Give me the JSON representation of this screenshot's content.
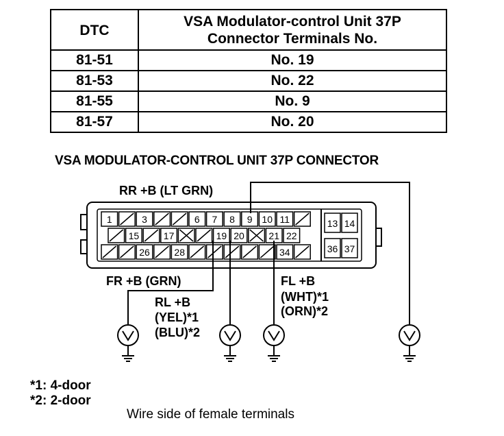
{
  "table": {
    "headers": {
      "dtc": "DTC",
      "terminal": "VSA Modulator-control Unit 37P Connector Terminals No."
    },
    "rows": [
      {
        "dtc": "81-51",
        "terminal": "No. 19"
      },
      {
        "dtc": "81-53",
        "terminal": "No. 22"
      },
      {
        "dtc": "81-55",
        "terminal": "No. 9"
      },
      {
        "dtc": "81-57",
        "terminal": "No. 20"
      }
    ]
  },
  "diagram": {
    "title": "VSA MODULATOR-CONTROL UNIT 37P CONNECTOR",
    "wire_labels": {
      "rr": "RR +B (LT GRN)",
      "fr": "FR +B (GRN)",
      "rl_1": "RL +B",
      "rl_2": "(YEL)*1",
      "rl_3": "(BLU)*2",
      "fl_1": "FL +B",
      "fl_2": "(WHT)*1",
      "fl_3": "(ORN)*2"
    },
    "terminals": {
      "row1": [
        "1",
        "3",
        "6",
        "7",
        "8",
        "9",
        "10",
        "11"
      ],
      "row2": [
        "15",
        "17",
        "19",
        "20",
        "21",
        "22"
      ],
      "row3": [
        "26",
        "28",
        "34"
      ],
      "side": [
        "13",
        "14",
        "36",
        "37"
      ]
    }
  },
  "footnotes": {
    "note1": "*1: 4-door",
    "note2": "*2: 2-door",
    "caption": "Wire side of female terminals"
  }
}
